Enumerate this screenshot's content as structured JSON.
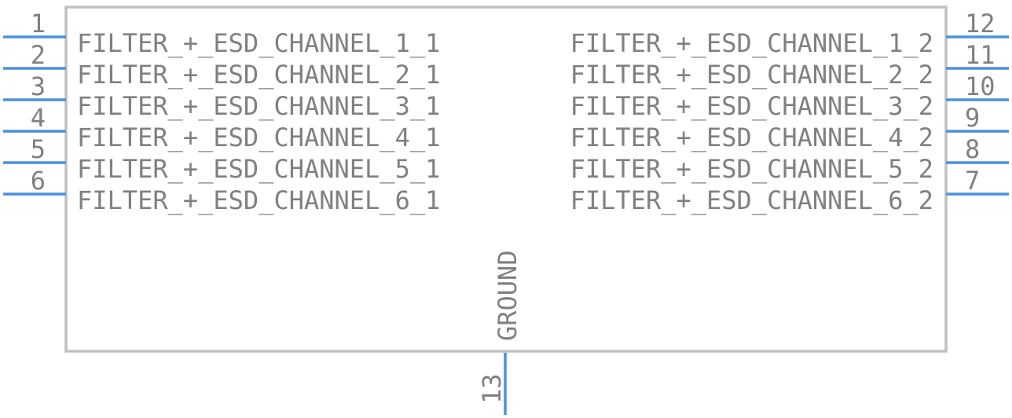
{
  "symbol": {
    "left_pins": [
      {
        "number": "1",
        "label": "FILTER_+_ESD_CHANNEL_1_1"
      },
      {
        "number": "2",
        "label": "FILTER_+_ESD_CHANNEL_2_1"
      },
      {
        "number": "3",
        "label": "FILTER_+_ESD_CHANNEL_3_1"
      },
      {
        "number": "4",
        "label": "FILTER_+_ESD_CHANNEL_4_1"
      },
      {
        "number": "5",
        "label": "FILTER_+_ESD_CHANNEL_5_1"
      },
      {
        "number": "6",
        "label": "FILTER_+_ESD_CHANNEL_6_1"
      }
    ],
    "right_pins": [
      {
        "number": "12",
        "label": "FILTER_+_ESD_CHANNEL_1_2"
      },
      {
        "number": "11",
        "label": "FILTER_+_ESD_CHANNEL_2_2"
      },
      {
        "number": "10",
        "label": "FILTER_+_ESD_CHANNEL_3_2"
      },
      {
        "number": "9",
        "label": "FILTER_+_ESD_CHANNEL_4_2"
      },
      {
        "number": "8",
        "label": "FILTER_+_ESD_CHANNEL_5_2"
      },
      {
        "number": "7",
        "label": "FILTER_+_ESD_CHANNEL_6_2"
      }
    ],
    "bottom_pin": {
      "number": "13",
      "label": "GROUND"
    },
    "colors": {
      "pin": "#4a90e2",
      "outline": "#c0c0c0",
      "text": "#808080"
    }
  }
}
